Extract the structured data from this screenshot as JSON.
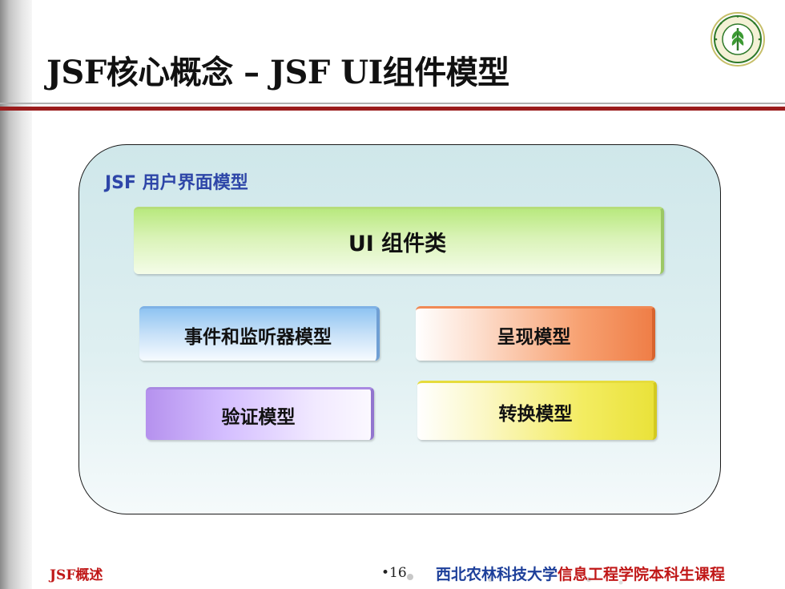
{
  "slide": {
    "title": "JSF核心概念 – JSF UI组件模型"
  },
  "logo": {
    "icon": "university-seal-icon",
    "color": "#2f7a2a"
  },
  "diagram": {
    "panel_title": "JSF 用户界面模型",
    "ui_components": "UI 组件类",
    "event_listener": "事件和监听器模型",
    "render": "呈现模型",
    "validate": "验证模型",
    "convert": "转换模型"
  },
  "footer": {
    "left": "JSF概述",
    "page_number": "•16",
    "university": "西北农林科技大学",
    "course": "信息工程学院本科生课程"
  },
  "colors": {
    "title_rule": "#9b1c1c",
    "panel_title": "#2e46a8",
    "footer_red": "#c01818",
    "footer_blue": "#1d3f9a"
  }
}
